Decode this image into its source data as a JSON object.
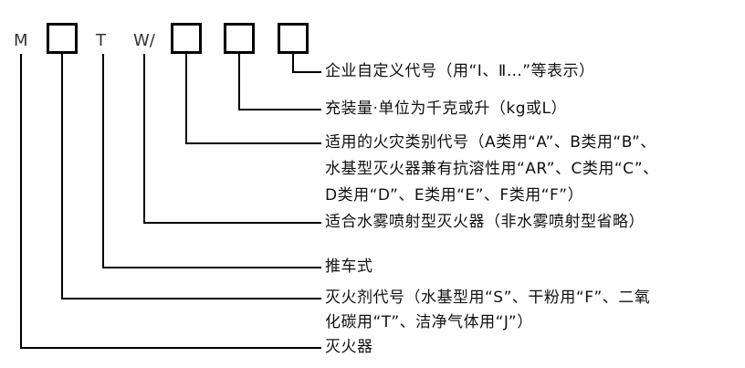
{
  "code": {
    "letter_m": "M",
    "letter_t": "T",
    "letter_w_slash": "W/"
  },
  "labels": {
    "enterprise_code": "企业自定义代号（用“Ⅰ、Ⅱ…”等表示）",
    "capacity": "充装量·单位为千克或升（kg或L）",
    "fire_class_line1": "适用的火灾类别代号（A类用“A”、B类用“B”、",
    "fire_class_line2": "水基型灭火器兼有抗溶性用“AR”、C类用“C”、",
    "fire_class_line3": "D类用“D”、E类用“E”、F类用“F”）",
    "water_mist": "适合水雾喷射型灭火器（非水雾喷射型省略）",
    "cart_type": "推车式",
    "agent_code_line1": "灭火剂代号（水基型用“S”、干粉用“F”、二氧",
    "agent_code_line2": "化碳用“T”、洁净气体用“J”）",
    "extinguisher": "灭火器"
  }
}
